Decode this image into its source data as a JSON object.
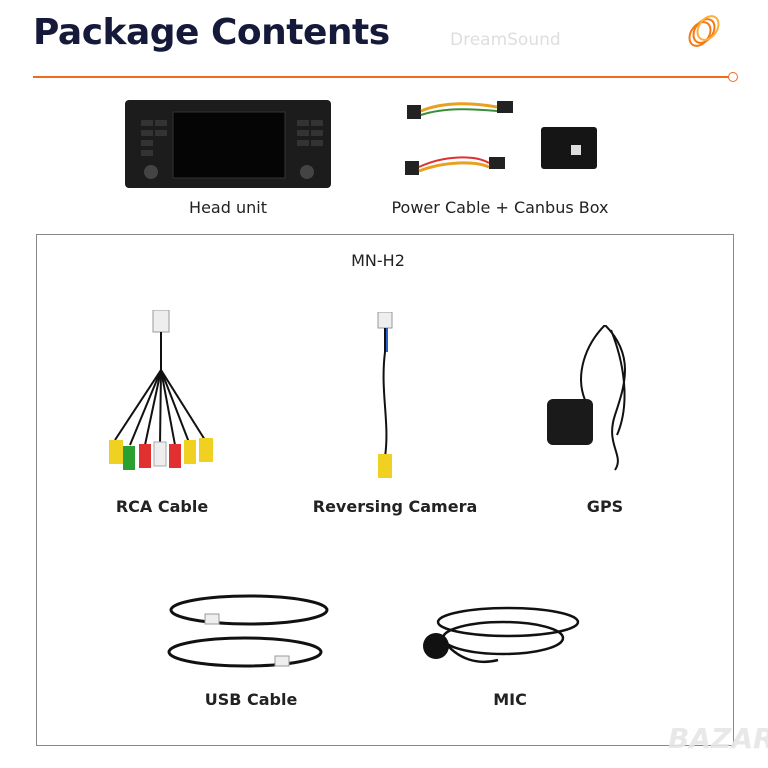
{
  "header": {
    "title": "Package Contents",
    "watermark": "DreamSound",
    "accent": "#f26a1b"
  },
  "top_items": [
    {
      "label": "Head unit",
      "icon": "head-unit-image"
    },
    {
      "label": "Power Cable + Canbus Box",
      "icon": "power-cable-canbus-image"
    }
  ],
  "box": {
    "title": "MN-H2",
    "items": [
      {
        "label": "RCA Cable"
      },
      {
        "label": "Reversing  Camera"
      },
      {
        "label": "GPS"
      },
      {
        "label": "USB Cable"
      },
      {
        "label": "MIC"
      }
    ]
  },
  "footer_watermark": "BAZAR"
}
